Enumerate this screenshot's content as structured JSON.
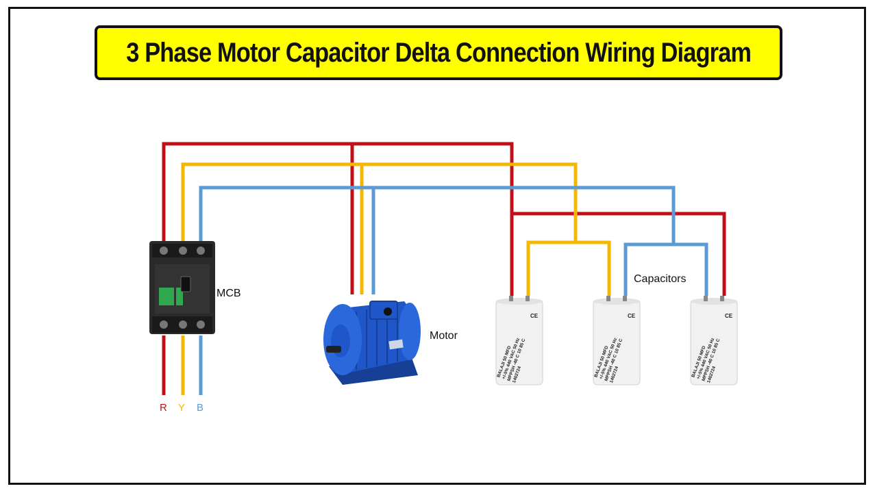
{
  "title": "3 Phase Motor Capacitor Delta Connection Wiring Diagram",
  "labels": {
    "mcb": "MCB",
    "motor": "Motor",
    "capacitors": "Capacitors"
  },
  "phases": [
    {
      "label": "R",
      "color": "#c0111a"
    },
    {
      "label": "Y",
      "color": "#f5b800"
    },
    {
      "label": "B",
      "color": "#5b9bd5"
    }
  ],
  "capacitor": {
    "text_lines": [
      "BALAJI 50 MFD",
      "+/-5%  440 VAC 50 Hz",
      "MPPSH -40  C 10 85 C",
      "1402724"
    ],
    "mark": "CE"
  },
  "colors": {
    "banner": "#ffff00",
    "motor_body": "#1f57c8",
    "mcb_body": "#2a2a2a",
    "mcb_label": "#2fa84f"
  }
}
